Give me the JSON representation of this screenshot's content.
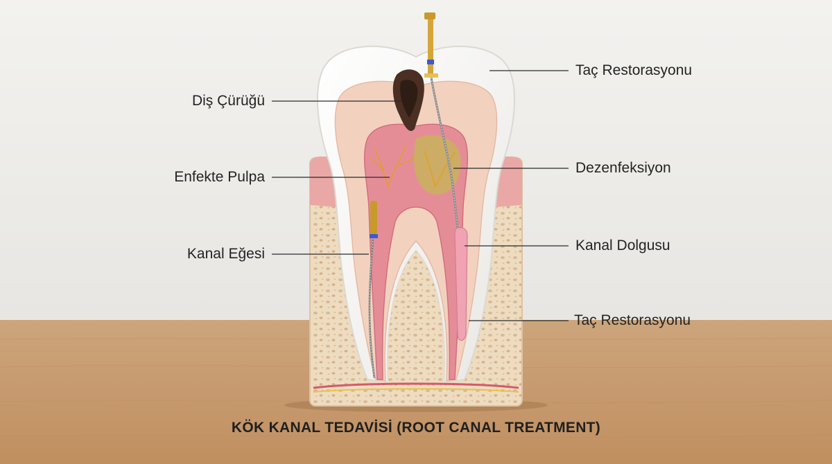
{
  "labels": {
    "left": [
      "Diş Çürüğü",
      "Enfekte Pulpa",
      "Kanal Eğesi"
    ],
    "right": [
      "Taç Restorasyonu",
      "Dezenfeksiyon",
      "Kanal Dolgusu",
      "Taç Restorasyonu"
    ]
  },
  "caption": "KÖK KANAL TEDAVİSİ (ROOT CANAL TREATMENT)",
  "colors": {
    "background": "#f1f0ee",
    "table": "#c99d70",
    "enamel": "#f7f6f3",
    "dentin": "#f2d2bf",
    "pulp": "#e58d97",
    "bone": "#eedcc0",
    "infection": "#c9b15c",
    "decay": "#4a2f22",
    "file_gold": "#c99a2a",
    "file_blue": "#3b5bd4",
    "filling": "#efa3b3"
  },
  "icons": [
    "endodontic-file-icon"
  ]
}
